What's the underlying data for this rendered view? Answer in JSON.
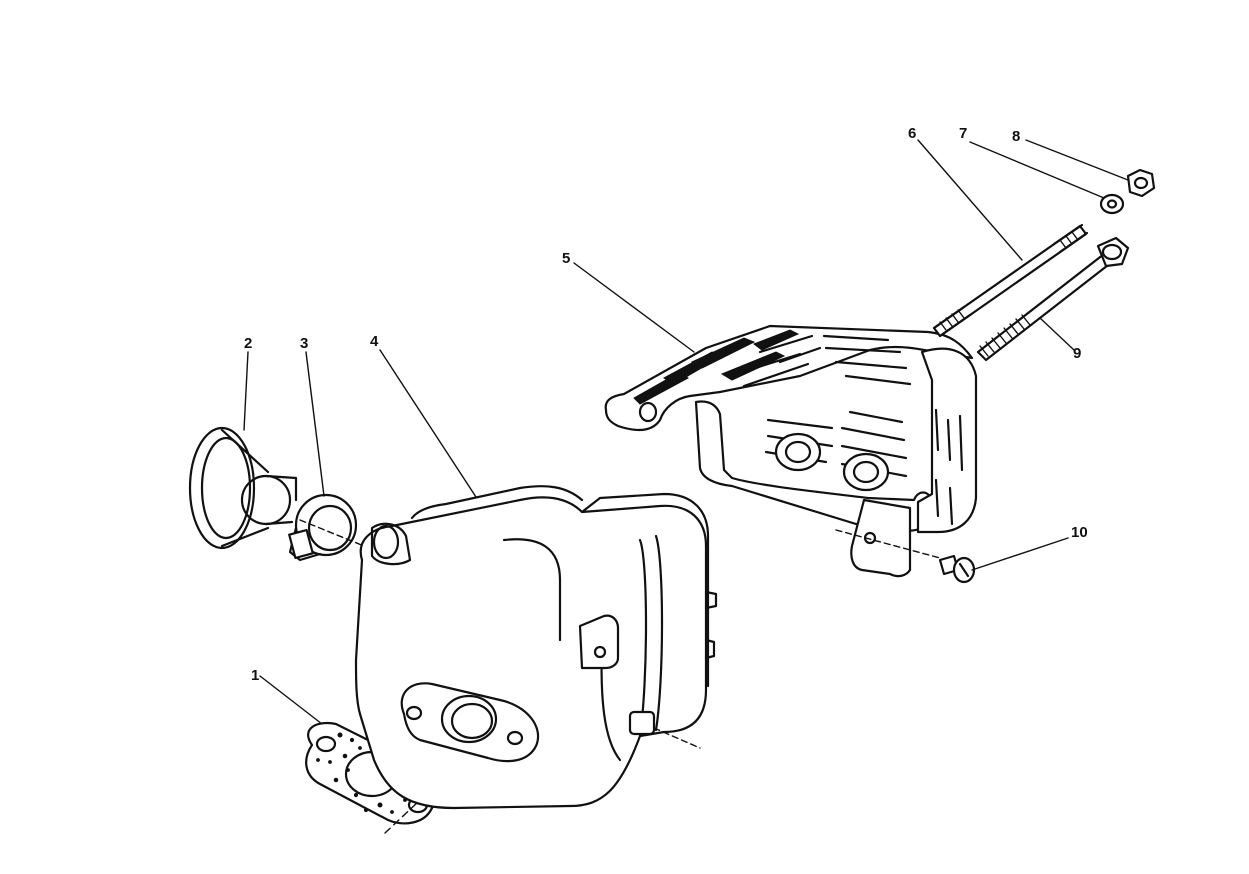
{
  "callouts": [
    {
      "key": "c1",
      "label": "1"
    },
    {
      "key": "c2",
      "label": "2"
    },
    {
      "key": "c3",
      "label": "3"
    },
    {
      "key": "c4",
      "label": "4"
    },
    {
      "key": "c5",
      "label": "5"
    },
    {
      "key": "c6",
      "label": "6"
    },
    {
      "key": "c7",
      "label": "7"
    },
    {
      "key": "c8",
      "label": "8"
    },
    {
      "key": "c9",
      "label": "9"
    },
    {
      "key": "c10",
      "label": "10"
    }
  ],
  "colors": {
    "ink": "#111111",
    "paper": "#ffffff"
  }
}
